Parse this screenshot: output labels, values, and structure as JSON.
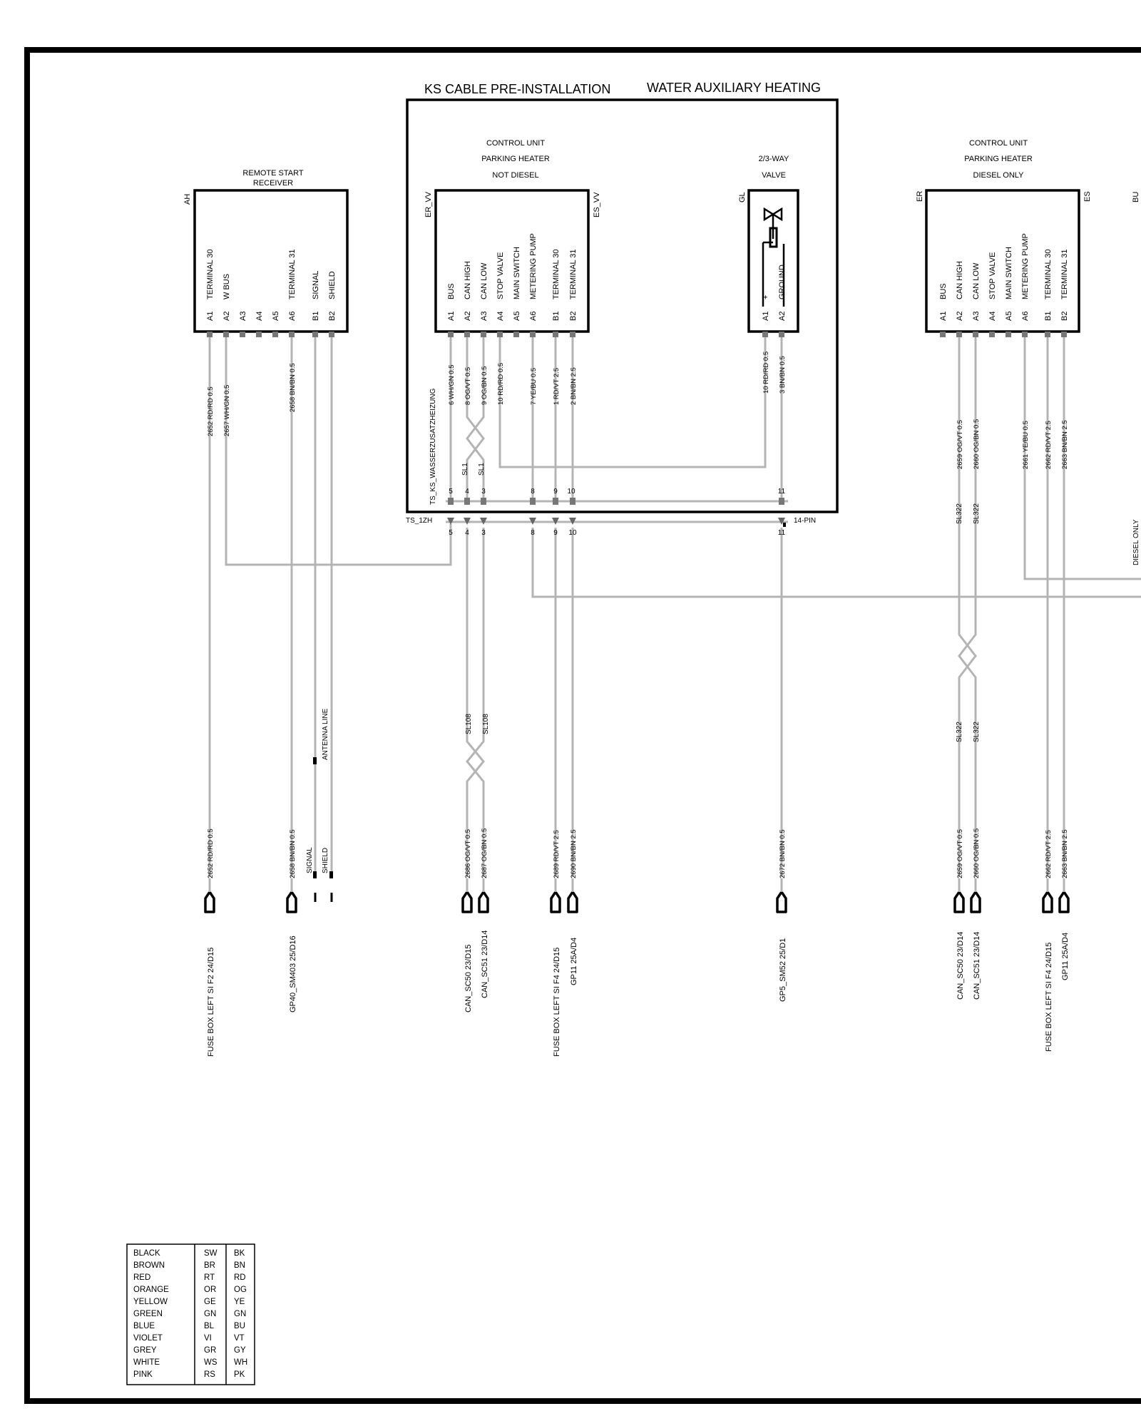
{
  "titles": {
    "main": "KS CABLE PRE-INSTALLATION",
    "sub": "WATER AUXILIARY  HEATING"
  },
  "remote_receiver": {
    "title_lines": [
      "REMOTE START",
      "RECEIVER"
    ],
    "ref": "AH",
    "pins": [
      {
        "pin": "A1",
        "label": "TERMINAL 30"
      },
      {
        "pin": "A2",
        "label": "W BUS"
      },
      {
        "pin": "A3",
        "label": ""
      },
      {
        "pin": "A4",
        "label": ""
      },
      {
        "pin": "A5",
        "label": ""
      },
      {
        "pin": "A6",
        "label": "TERMINAL 31"
      },
      {
        "pin": "B1",
        "label": "SIGNAL"
      },
      {
        "pin": "B2",
        "label": "SHIELD"
      }
    ]
  },
  "control_unit_not_diesel": {
    "title_lines": [
      "CONTROL UNIT",
      "PARKING HEATER",
      "NOT DIESEL"
    ],
    "ref_left": "ER_VV",
    "ref_right": "ES_VV",
    "pins": [
      {
        "pin": "A1",
        "label": "BUS"
      },
      {
        "pin": "A2",
        "label": "CAN HIGH"
      },
      {
        "pin": "A3",
        "label": "CAN LOW"
      },
      {
        "pin": "A4",
        "label": "STOP VALVE"
      },
      {
        "pin": "A5",
        "label": "MAIN SWITCH"
      },
      {
        "pin": "A6",
        "label": "METERING PUMP"
      },
      {
        "pin": "B1",
        "label": "TERMINAL 30"
      },
      {
        "pin": "B2",
        "label": "TERMINAL 31"
      }
    ],
    "wires": [
      "6 WH/GN 0.5",
      "8 OG/VT 0.5",
      "9 OG/BN 0.5",
      "10 RD/RD 0.5",
      "7 YE/BU 0.5",
      "1 RD/VT 2.5",
      "2 BN/BN 2.5"
    ]
  },
  "valve": {
    "title_lines": [
      "2/3-WAY",
      "VALVE"
    ],
    "ref": "GL",
    "pins": [
      {
        "pin": "A1",
        "label": "+"
      },
      {
        "pin": "A2",
        "label": "GROUND"
      }
    ],
    "wires": [
      "10 RD/RD 0.5",
      "3 BN/BN 0.5"
    ]
  },
  "control_unit_diesel": {
    "title_lines": [
      "CONTROL UNIT",
      "PARKING HEATER",
      "DIESEL ONLY"
    ],
    "ref_left": "ER",
    "ref_right": "ES",
    "pins": [
      {
        "pin": "A1",
        "label": "BUS"
      },
      {
        "pin": "A2",
        "label": "CAN HIGH"
      },
      {
        "pin": "A3",
        "label": "CAN LOW"
      },
      {
        "pin": "A4",
        "label": "STOP VALVE"
      },
      {
        "pin": "A5",
        "label": "MAIN SWITCH"
      },
      {
        "pin": "A6",
        "label": "METERING PUMP"
      },
      {
        "pin": "B1",
        "label": "TERMINAL 30"
      },
      {
        "pin": "B2",
        "label": "TERMINAL 31"
      }
    ]
  },
  "edge_labels": {
    "bu": "BU",
    "diesel_only": "DIESEL ONLY"
  },
  "harness": {
    "vertical_label": "TS_KS_WASSERZUSATZHEIZUNG",
    "connector": "TS_1ZH",
    "pin_type": "14-PIN",
    "pin_numbers": [
      "5",
      "4",
      "3",
      "8",
      "9",
      "10",
      "11"
    ],
    "twist_labels": [
      "SL1",
      "SL1"
    ]
  },
  "receiver_wires": [
    "2652 RD/RD 0.5",
    "2657 WH/GN 0.5",
    "2658 BN/BN 0.5"
  ],
  "middle_twist_labels": [
    "SL108",
    "SL108"
  ],
  "antenna_label": "ANTENNA LINE",
  "diesel_wires": [
    "2659 OG/VT 0.5",
    "2660 OG/BN 0.5",
    "2661 YE/BU 0.5",
    "2662 RD/VT 2.5",
    "2663 BN/BN 2.5"
  ],
  "diesel_twist_labels_top": [
    "SL322",
    "SL322"
  ],
  "diesel_twist_labels_bottom": [
    "SL322",
    "SL322"
  ],
  "bottom_wires": [
    "2652 RD/RD 0.5",
    "2658 BN/BN 0.5",
    "2686 OG/VT 0.5",
    "2687 OG/BN 0.5",
    "2689 RD/VT 2.5",
    "2690 BN/BN 2.5",
    "2672 BN/BN 0.5",
    "2659 OG/VT 0.5",
    "2660 OG/BN 0.5",
    "2662 RD/VT 2.5",
    "2663 BN/BN 2.5"
  ],
  "signal_labels": [
    "SIGNAL",
    "SHIELD"
  ],
  "terminals": [
    "FUSE BOX  LEFT  SI F2    24/D15",
    "GP40_SM403   25/D16",
    "CAN_SC50   23/D15",
    "CAN_SC51   23/D14",
    "FUSE BOX  LEFT  SI F4    24/D15",
    "GP11   25A/D4",
    "GP5_SM52   25/D1",
    "CAN_SC50   23/D14",
    "CAN_SC51   23/D14",
    "FUSE BOX  LEFT  SI F4    24/D15",
    "GP11   25A/D4"
  ],
  "legend": [
    [
      "BLACK",
      "SW",
      "BK"
    ],
    [
      "BROWN",
      "BR",
      "BN"
    ],
    [
      "RED",
      "RT",
      "RD"
    ],
    [
      "ORANGE",
      "OR",
      "OG"
    ],
    [
      "YELLOW",
      "GE",
      "YE"
    ],
    [
      "GREEN",
      "GN",
      "GN"
    ],
    [
      "BLUE",
      "BL",
      "BU"
    ],
    [
      "VIOLET",
      "VI",
      "VT"
    ],
    [
      "GREY",
      "GR",
      "GY"
    ],
    [
      "WHITE",
      "WS",
      "WH"
    ],
    [
      "PINK",
      "RS",
      "PK"
    ]
  ],
  "colors": {
    "wire": "#b4b4b4",
    "line": "#000000"
  }
}
